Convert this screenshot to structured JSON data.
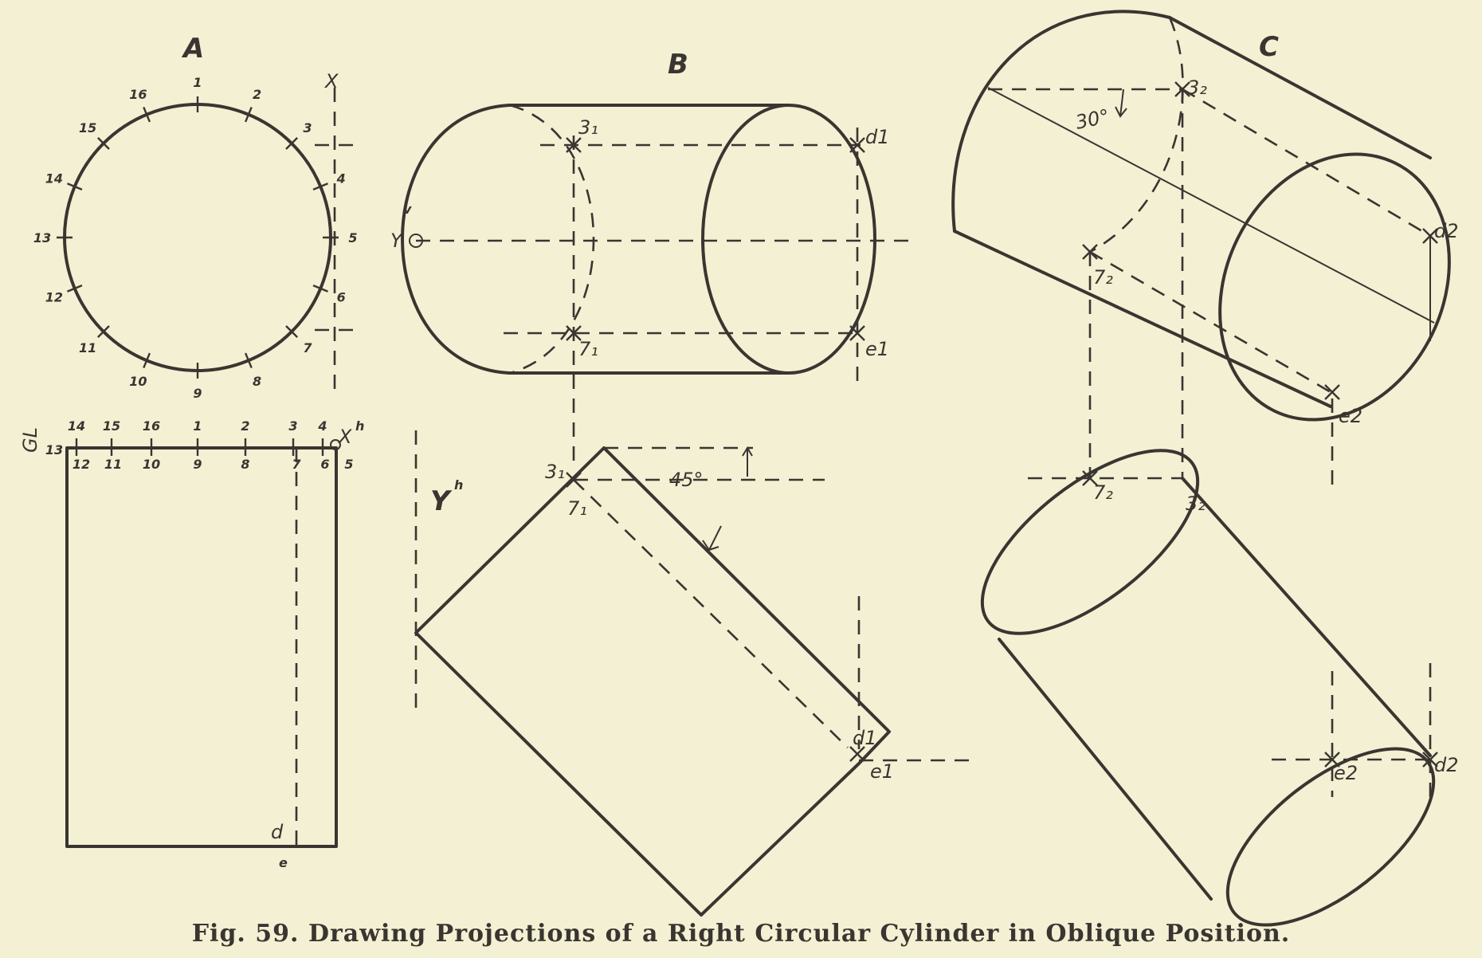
{
  "caption": "Fig. 59.  Drawing Projections of a Right Circular Cylinder in Oblique Position.",
  "views": {
    "a": "A",
    "b": "B",
    "c": "C"
  },
  "labels": {
    "x_top": "X",
    "x_h": "X",
    "x_h_sup": "h",
    "gl": "GL",
    "yv": "Y",
    "yv_sup": "v",
    "yh": "Y",
    "yh_sup": "h",
    "d": "d",
    "e": "e",
    "d1": "d1",
    "e1": "e1",
    "d1_bottom": "d1",
    "e1_bottom": "e1",
    "d2": "d2",
    "e2": "e2",
    "d2_bottom": "d2",
    "e2_bottom": "e2",
    "n3_1": "3₁",
    "n7_1": "7₁",
    "n3_1_plan": "3₁",
    "n7_1_plan": "7₁",
    "n3_2": "3₂",
    "n7_2": "7₂",
    "n3_2_bottom": "3₂",
    "n7_2_bottom": "7₂",
    "angle_45": "45°",
    "angle_30": "30°"
  },
  "circle_numbers": [
    "1",
    "2",
    "3",
    "4",
    "5",
    "6",
    "7",
    "8",
    "9",
    "10",
    "11",
    "12",
    "13",
    "14",
    "15",
    "16"
  ],
  "edge_numbers_top": [
    "14",
    "15",
    "16",
    "1",
    "2",
    "3",
    "4"
  ],
  "edge_numbers_bottom": [
    "12",
    "11",
    "10",
    "9",
    "8",
    "7",
    "6",
    "5"
  ],
  "edge_number_13": "13"
}
